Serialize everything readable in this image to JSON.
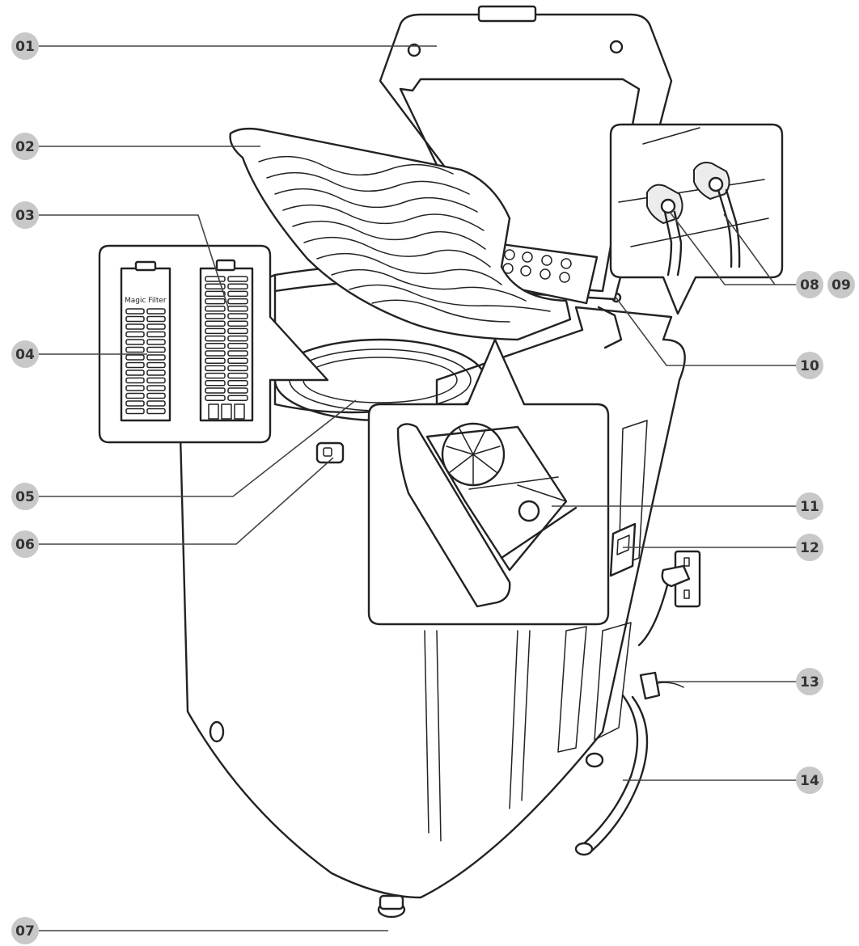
{
  "diagram": {
    "callouts": [
      {
        "id": "01",
        "label": "01"
      },
      {
        "id": "02",
        "label": "02"
      },
      {
        "id": "03",
        "label": "03"
      },
      {
        "id": "04",
        "label": "04"
      },
      {
        "id": "05",
        "label": "05"
      },
      {
        "id": "06",
        "label": "06"
      },
      {
        "id": "07",
        "label": "07"
      },
      {
        "id": "08",
        "label": "08"
      },
      {
        "id": "09",
        "label": "09"
      },
      {
        "id": "10",
        "label": "10"
      },
      {
        "id": "11",
        "label": "11"
      },
      {
        "id": "12",
        "label": "12"
      },
      {
        "id": "13",
        "label": "13"
      },
      {
        "id": "14",
        "label": "14"
      }
    ],
    "filter_label": "Magic Filter"
  }
}
